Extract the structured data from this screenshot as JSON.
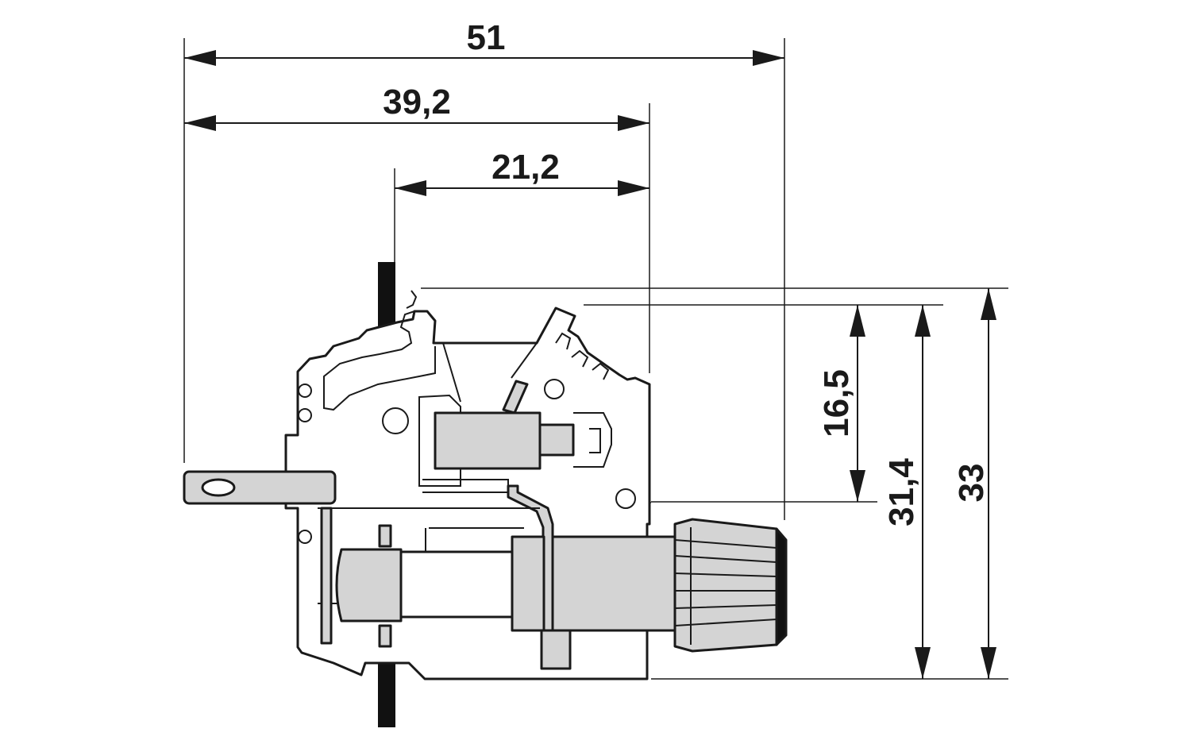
{
  "dimensions": {
    "overall_width": "51",
    "width_to_housing": "39,2",
    "housing_offset": "21,2",
    "upper_height": "16,5",
    "housing_height": "31,4",
    "total_height": "33"
  }
}
